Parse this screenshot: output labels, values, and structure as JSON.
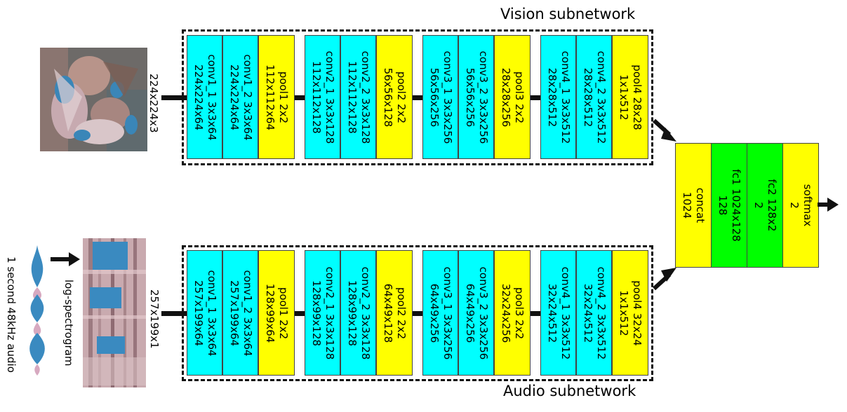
{
  "vision": {
    "title": "Vision subnetwork",
    "input_label": "224x224x3",
    "groups": [
      [
        {
          "type": "conv",
          "text": "conv1_1 3x3x64\n224x224x64"
        },
        {
          "type": "conv",
          "text": "conv1_2 3x3x64\n224x224x64"
        },
        {
          "type": "pool",
          "text": "pool1 2x2\n112x112x64"
        }
      ],
      [
        {
          "type": "conv",
          "text": "conv2_1 3x3x128\n112x112x128"
        },
        {
          "type": "conv",
          "text": "conv2_2 3x3x128\n112x112x128"
        },
        {
          "type": "pool",
          "text": "pool2 2x2\n56x56x128"
        }
      ],
      [
        {
          "type": "conv",
          "text": "conv3_1 3x3x256\n56x56x256"
        },
        {
          "type": "conv",
          "text": "conv3_2 3x3x256\n56x56x256"
        },
        {
          "type": "pool",
          "text": "pool3 2x2\n28x28x256"
        }
      ],
      [
        {
          "type": "conv",
          "text": "conv4_1 3x3x512\n28x28x512"
        },
        {
          "type": "conv",
          "text": "conv4_2 3x3x512\n28x28x512"
        },
        {
          "type": "pool",
          "text": "pool4 28x28\n1x1x512"
        }
      ]
    ]
  },
  "audio": {
    "title": "Audio subnetwork",
    "input_label": "257x199x1",
    "waveform_label": "1 second 48kHz audio",
    "spectrogram_label": "log-spectrogram",
    "groups": [
      [
        {
          "type": "conv",
          "text": "conv1_1 3x3x64\n257x199x64"
        },
        {
          "type": "conv",
          "text": "conv1_2 3x3x64\n257x199x64"
        },
        {
          "type": "pool",
          "text": "pool1 2x2\n128x99x64"
        }
      ],
      [
        {
          "type": "conv",
          "text": "conv2_1 3x3x128\n128x99x128"
        },
        {
          "type": "conv",
          "text": "conv2_2 3x3x128\n128x99x128"
        },
        {
          "type": "pool",
          "text": "pool2 2x2\n64x49x128"
        }
      ],
      [
        {
          "type": "conv",
          "text": "conv3_1 3x3x256\n64x49x256"
        },
        {
          "type": "conv",
          "text": "conv3_2 3x3x256\n64x49x256"
        },
        {
          "type": "pool",
          "text": "pool3 2x2\n32x24x256"
        }
      ],
      [
        {
          "type": "conv",
          "text": "conv4_1 3x3x512\n32x24x512"
        },
        {
          "type": "conv",
          "text": "conv4_2 3x3x512\n32x24x512"
        },
        {
          "type": "pool",
          "text": "pool4 32x24\n1x1x512"
        }
      ]
    ]
  },
  "fusion": [
    {
      "type": "concat",
      "text": "concat\n1024"
    },
    {
      "type": "fc",
      "text": "fc1 1024x128\n128"
    },
    {
      "type": "fc",
      "text": "fc2 128x2\n2"
    },
    {
      "type": "softmax",
      "text": "softmax\n2"
    }
  ],
  "colors": {
    "conv": "#00ffff",
    "pool": "#ffff00",
    "concat": "#ffff00",
    "fc": "#00ff00",
    "softmax": "#ffff00",
    "waveform": "#2a8bbf",
    "spectrogram": "#3a8ac0"
  }
}
